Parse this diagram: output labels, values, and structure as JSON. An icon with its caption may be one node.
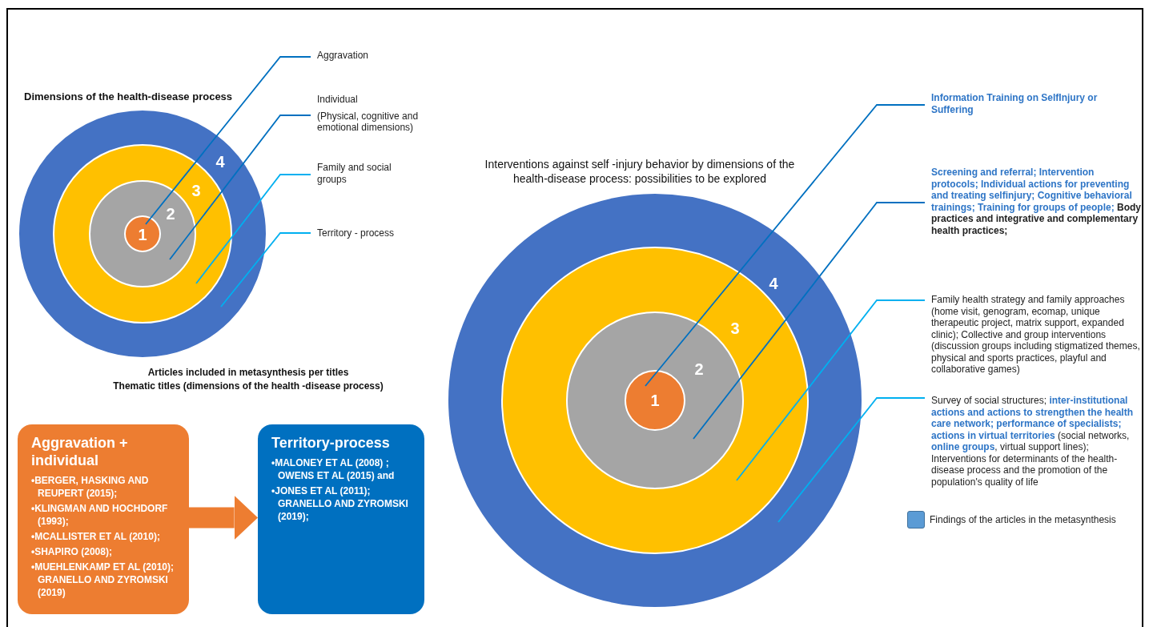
{
  "diagram": {
    "nodes": [
      {
        "text": [],
        "shape": "circle"
      },
      {
        "text": [],
        "shape": "circle",
        "in": 0
      },
      {
        "text": [],
        "shape": "circle",
        "in": 1
      },
      {
        "text": [],
        "shape": "circle",
        "in": 2
      },
      {
        "text": [
          "Aggravation"
        ]
      },
      {
        "text": [
          "Individual",
          "(Physical, cognitive and emotional dimensions)"
        ]
      },
      {
        "text": [
          "Family and social groups"
        ]
      },
      {
        "text": [
          "Territory - process"
        ]
      },
      {
        "text": [],
        "shape": "circle"
      },
      {
        "text": [],
        "shape": "circle",
        "in": 8
      },
      {
        "text": [],
        "shape": "circle",
        "in": 9
      },
      {
        "text": [],
        "shape": "circle",
        "in": 10
      },
      {
        "text": [
          "Information Training on SelfInjury or Suffering"
        ]
      },
      {
        "text": [
          "**Screening and referral; Intervention protocols; Individual actions for preventing and treating selfinjury; Cognitive behavioral trainings; Training for groups of people;** Body practices and integrative and complementary health practices;"
        ]
      },
      {
        "text": [
          "Family health strategy and family approaches (home visit, genogram, ecomap, unique therapeutic project, matrix support, expanded clinic); Collective and group interventions (discussion groups including stigmatized themes, physical and sports practices, playful and collaborative games)"
        ]
      },
      {
        "text": [
          "Survey of social structures; **inter-institutional actions and actions to strengthen the health care network; performance of specialists; actions in virtual territories** (social networks, **online groups**, virtual support lines); Interventions for determinants of the health-disease process and the promotion of the population's quality of life"
        ]
      },
      {
        "text": [
          "Aggravation + individual",
          "•BERGER, HASKING AND REUPERT (2015);",
          "•KLINGMAN AND HOCHDORF (1993);",
          "•MCALLISTER ET AL (2010);",
          "•SHAPIRO (2008);",
          "•MUEHLENKAMP ET AL (2010); GRANELLO AND ZYROMSKI (2019)"
        ]
      },
      {
        "text": [
          "Territory-process",
          "•MALONEY ET AL (2008) ; OWENS ET AL (2015) and",
          "•JONES ET AL (2011); GRANELLO AND ZYROMSKI (2019);"
        ]
      }
    ],
    "edges": [
      {
        "from": 4,
        "to": 3,
        "arrow": "none"
      },
      {
        "from": 5,
        "to": 2,
        "arrow": "none"
      },
      {
        "from": 6,
        "to": 1,
        "arrow": "none",
        "color": "#00b0f0"
      },
      {
        "from": 7,
        "to": 0,
        "arrow": "none",
        "color": "#00b0f0"
      },
      {
        "from": 12,
        "to": 11,
        "arrow": "none"
      },
      {
        "from": 13,
        "to": 10,
        "arrow": "none"
      },
      {
        "from": 14,
        "to": 9,
        "arrow": "none",
        "color": "#00b0f0"
      },
      {
        "from": 15,
        "to": 8,
        "arrow": "none",
        "color": "#00b0f0"
      },
      {
        "from": 16,
        "to": 17,
        "arrow": "to",
        "style": "thick",
        "color": "#ed7d31"
      }
    ],
    "labels": [
      "Dimensions of the health-disease process",
      "4",
      "3",
      "2",
      "1",
      "Interventions against self -injury behavior by dimensions of the health-disease process: possibilities to be explored",
      "4",
      "3",
      "2",
      "1",
      "Articles included in metasynthesis per titles",
      "Thematic titles (dimensions of the health -disease process)"
    ],
    "legend": [
      {
        "text": "Findings of the articles in the metasynthesis",
        "color": "#5b9bd5"
      }
    ]
  }
}
